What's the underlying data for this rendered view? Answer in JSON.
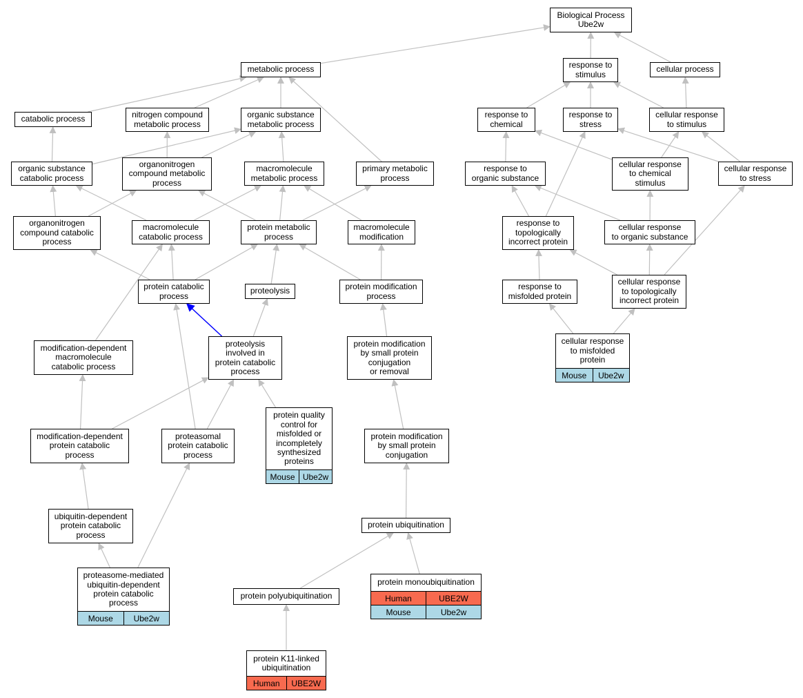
{
  "colors": {
    "edge": "#c0c0c0",
    "highlight_edge": "#0000ff",
    "human": "#f86a4f",
    "mouse": "#add8e6"
  },
  "nodes": [
    {
      "id": "bp",
      "lines": [
        "Biological Process",
        "Ube2w"
      ]
    },
    {
      "id": "met",
      "lines": [
        "metabolic process"
      ]
    },
    {
      "id": "rts",
      "lines": [
        "response to",
        "stimulus"
      ]
    },
    {
      "id": "cp",
      "lines": [
        "cellular process"
      ]
    },
    {
      "id": "cat",
      "lines": [
        "catabolic process"
      ]
    },
    {
      "id": "ncm",
      "lines": [
        "nitrogen compound",
        "metabolic process"
      ]
    },
    {
      "id": "osm",
      "lines": [
        "organic substance",
        "metabolic process"
      ]
    },
    {
      "id": "rtc",
      "lines": [
        "response to",
        "chemical"
      ]
    },
    {
      "id": "rtst",
      "lines": [
        "response to",
        "stress"
      ]
    },
    {
      "id": "crs",
      "lines": [
        "cellular response",
        "to stimulus"
      ]
    },
    {
      "id": "osc",
      "lines": [
        "organic substance",
        "catabolic process"
      ]
    },
    {
      "id": "ocm",
      "lines": [
        "organonitrogen",
        "compound metabolic",
        "process"
      ]
    },
    {
      "id": "mmp",
      "lines": [
        "macromolecule",
        "metabolic process"
      ]
    },
    {
      "id": "pmp",
      "lines": [
        "primary metabolic",
        "process"
      ]
    },
    {
      "id": "rtos",
      "lines": [
        "response to",
        "organic substance"
      ]
    },
    {
      "id": "crcs",
      "lines": [
        "cellular response",
        "to chemical",
        "stimulus"
      ]
    },
    {
      "id": "crst",
      "lines": [
        "cellular response",
        "to stress"
      ]
    },
    {
      "id": "occ",
      "lines": [
        "organonitrogen",
        "compound catabolic",
        "process"
      ]
    },
    {
      "id": "mcp",
      "lines": [
        "macromolecule",
        "catabolic process"
      ]
    },
    {
      "id": "prm",
      "lines": [
        "protein metabolic",
        "process"
      ]
    },
    {
      "id": "mmod",
      "lines": [
        "macromolecule",
        "modification"
      ]
    },
    {
      "id": "rttip",
      "lines": [
        "response to",
        "topologically",
        "incorrect protein"
      ]
    },
    {
      "id": "cros",
      "lines": [
        "cellular response",
        "to organic substance"
      ]
    },
    {
      "id": "pcp",
      "lines": [
        "protein catabolic",
        "process"
      ]
    },
    {
      "id": "prot",
      "lines": [
        "proteolysis"
      ]
    },
    {
      "id": "pmodp",
      "lines": [
        "protein modification",
        "process"
      ]
    },
    {
      "id": "rtmp",
      "lines": [
        "response to",
        "misfolded protein"
      ]
    },
    {
      "id": "crtip",
      "lines": [
        "cellular response",
        "to topologically",
        "incorrect protein"
      ]
    },
    {
      "id": "mdmc",
      "lines": [
        "modification-dependent",
        "macromolecule",
        "catabolic process"
      ]
    },
    {
      "id": "picp",
      "lines": [
        "proteolysis",
        "involved in",
        "protein catabolic",
        "process"
      ]
    },
    {
      "id": "pmsp",
      "lines": [
        "protein modification",
        "by small protein",
        "conjugation",
        "or removal"
      ]
    },
    {
      "id": "crmp",
      "lines": [
        "cellular response",
        "to misfolded",
        "protein"
      ],
      "annotations": [
        {
          "org": "mouse",
          "species": "Mouse",
          "gene": "Ube2w"
        }
      ]
    },
    {
      "id": "mdpc",
      "lines": [
        "modification-dependent",
        "protein catabolic",
        "process"
      ]
    },
    {
      "id": "papc",
      "lines": [
        "proteasomal",
        "protein catabolic",
        "process"
      ]
    },
    {
      "id": "pqc",
      "lines": [
        "protein quality",
        "control for",
        "misfolded or",
        "incompletely",
        "synthesized",
        "proteins"
      ],
      "annotations": [
        {
          "org": "mouse",
          "species": "Mouse",
          "gene": "Ube2w"
        }
      ]
    },
    {
      "id": "pmspc",
      "lines": [
        "protein modification",
        "by small protein",
        "conjugation"
      ]
    },
    {
      "id": "udpc",
      "lines": [
        "ubiquitin-dependent",
        "protein catabolic",
        "process"
      ]
    },
    {
      "id": "pubi",
      "lines": [
        "protein ubiquitination"
      ]
    },
    {
      "id": "pmudpc",
      "lines": [
        "proteasome-mediated",
        "ubiquitin-dependent",
        "protein catabolic",
        "process"
      ],
      "annotations": [
        {
          "org": "mouse",
          "species": "Mouse",
          "gene": "Ube2w"
        }
      ]
    },
    {
      "id": "ppu",
      "lines": [
        "protein polyubiquitination"
      ]
    },
    {
      "id": "pmu",
      "lines": [
        "protein monoubiquitination"
      ],
      "annotations": [
        {
          "org": "human",
          "species": "Human",
          "gene": "UBE2W"
        },
        {
          "org": "mouse",
          "species": "Mouse",
          "gene": "Ube2w"
        }
      ]
    },
    {
      "id": "pk11",
      "lines": [
        "protein K11-linked",
        "ubiquitination"
      ],
      "annotations": [
        {
          "org": "human",
          "species": "Human",
          "gene": "UBE2W"
        }
      ]
    }
  ],
  "edges": [
    [
      "met",
      "bp"
    ],
    [
      "rts",
      "bp"
    ],
    [
      "cp",
      "bp"
    ],
    [
      "cat",
      "met"
    ],
    [
      "ncm",
      "met"
    ],
    [
      "osm",
      "met"
    ],
    [
      "pmp",
      "met"
    ],
    [
      "rtc",
      "rts"
    ],
    [
      "rtst",
      "rts"
    ],
    [
      "crs",
      "rts"
    ],
    [
      "crs",
      "cp"
    ],
    [
      "osc",
      "cat"
    ],
    [
      "osc",
      "osm"
    ],
    [
      "ocm",
      "ncm"
    ],
    [
      "ocm",
      "osm"
    ],
    [
      "mmp",
      "osm"
    ],
    [
      "rtos",
      "rtc"
    ],
    [
      "crcs",
      "rtc"
    ],
    [
      "crcs",
      "crs"
    ],
    [
      "crst",
      "rtst"
    ],
    [
      "crst",
      "crs"
    ],
    [
      "occ",
      "osc"
    ],
    [
      "occ",
      "ocm"
    ],
    [
      "mcp",
      "osc"
    ],
    [
      "mcp",
      "mmp"
    ],
    [
      "prm",
      "ocm"
    ],
    [
      "prm",
      "mmp"
    ],
    [
      "prm",
      "pmp"
    ],
    [
      "mmod",
      "mmp"
    ],
    [
      "rttip",
      "rtos"
    ],
    [
      "rttip",
      "rtst"
    ],
    [
      "cros",
      "rtos"
    ],
    [
      "cros",
      "crcs"
    ],
    [
      "pcp",
      "occ"
    ],
    [
      "pcp",
      "mcp"
    ],
    [
      "pcp",
      "prm"
    ],
    [
      "prot",
      "prm"
    ],
    [
      "pmodp",
      "prm"
    ],
    [
      "pmodp",
      "mmod"
    ],
    [
      "rtmp",
      "rttip"
    ],
    [
      "crtip",
      "rttip"
    ],
    [
      "crtip",
      "cros"
    ],
    [
      "crtip",
      "crst"
    ],
    [
      "mdmc",
      "mcp"
    ],
    [
      "picp",
      "prot"
    ],
    [
      "pmsp",
      "pmodp"
    ],
    [
      "crmp",
      "rtmp"
    ],
    [
      "crmp",
      "crtip"
    ],
    [
      "mdpc",
      "mdmc"
    ],
    [
      "mdpc",
      "picp"
    ],
    [
      "papc",
      "pcp"
    ],
    [
      "papc",
      "picp"
    ],
    [
      "pqc",
      "picp"
    ],
    [
      "pmspc",
      "pmsp"
    ],
    [
      "udpc",
      "mdpc"
    ],
    [
      "pubi",
      "pmspc"
    ],
    [
      "pmudpc",
      "udpc"
    ],
    [
      "pmudpc",
      "papc"
    ],
    [
      "ppu",
      "pubi"
    ],
    [
      "pmu",
      "pubi"
    ],
    [
      "pk11",
      "ppu"
    ],
    [
      "picp",
      "pcp"
    ]
  ],
  "highlight_edge": [
    "picp",
    "pcp"
  ]
}
